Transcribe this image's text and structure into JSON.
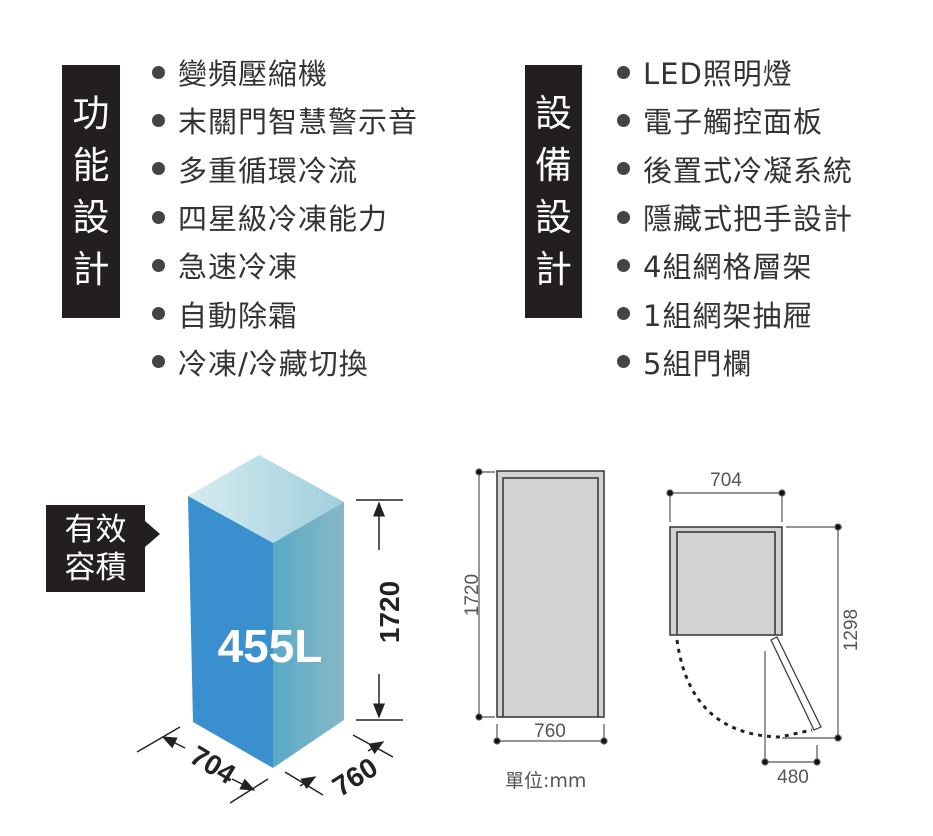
{
  "functions": {
    "title_chars": [
      "功",
      "能",
      "設",
      "計"
    ],
    "items": [
      "變頻壓縮機",
      "末關門智慧警示音",
      "多重循環冷流",
      "四星級冷凍能力",
      "急速冷凍",
      "自動除霜",
      "冷凍/冷藏切換"
    ]
  },
  "equipment": {
    "title_chars": [
      "設",
      "備",
      "設",
      "計"
    ],
    "items": [
      "LED照明燈",
      "電子觸控面板",
      "後置式冷凝系統",
      "隱藏式把手設計",
      "4組網格層架",
      "1組網架抽屜",
      "5組門欄"
    ]
  },
  "capacity": {
    "label_lines": [
      "有效",
      "容積"
    ],
    "value": "455L",
    "height": "1720",
    "width": "704",
    "depth": "760"
  },
  "front_view": {
    "height": "1720",
    "depth": "760"
  },
  "top_view": {
    "width": "704",
    "door_swing_depth": "1298",
    "door_clearance": "480"
  },
  "unit": "單位:mm",
  "colors": {
    "box_front": "#3a8fcf",
    "box_side": "#6fb0c4",
    "box_top": "#b9dce6",
    "label_bg": "#231f20"
  }
}
